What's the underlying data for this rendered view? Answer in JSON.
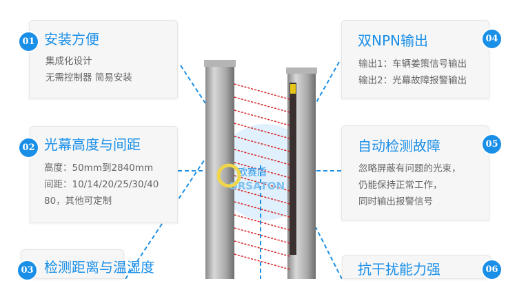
{
  "features": [
    {
      "num": "01",
      "title": "安装方便",
      "lines": [
        "集成化设计",
        "无需控制器  简易安装"
      ]
    },
    {
      "num": "02",
      "title": "光幕高度与间距",
      "lines": [
        "高度：50mm到2840mm",
        "间距：10/14/20/25/30/40",
        "80，其他可定制"
      ]
    },
    {
      "num": "03",
      "title": "检测距离与温湿度",
      "lines": []
    },
    {
      "num": "04",
      "title": "双NPN输出",
      "lines": [
        "输出1：车辆姜策信号输出",
        "输出2：光幕故障报警输出"
      ]
    },
    {
      "num": "05",
      "title": "自动检测故障",
      "lines": [
        "忽略屏蔽有问题的光束，",
        "仍能保持正常工作，",
        "同时输出报警信号"
      ]
    },
    {
      "num": "06",
      "title": "抗干扰能力强",
      "lines": []
    }
  ],
  "logo": {
    "cn": "欧赛盾",
    "en": "ORSATON"
  },
  "colors": {
    "accent": "#1a8fe8",
    "beam": "#d81e1e"
  }
}
